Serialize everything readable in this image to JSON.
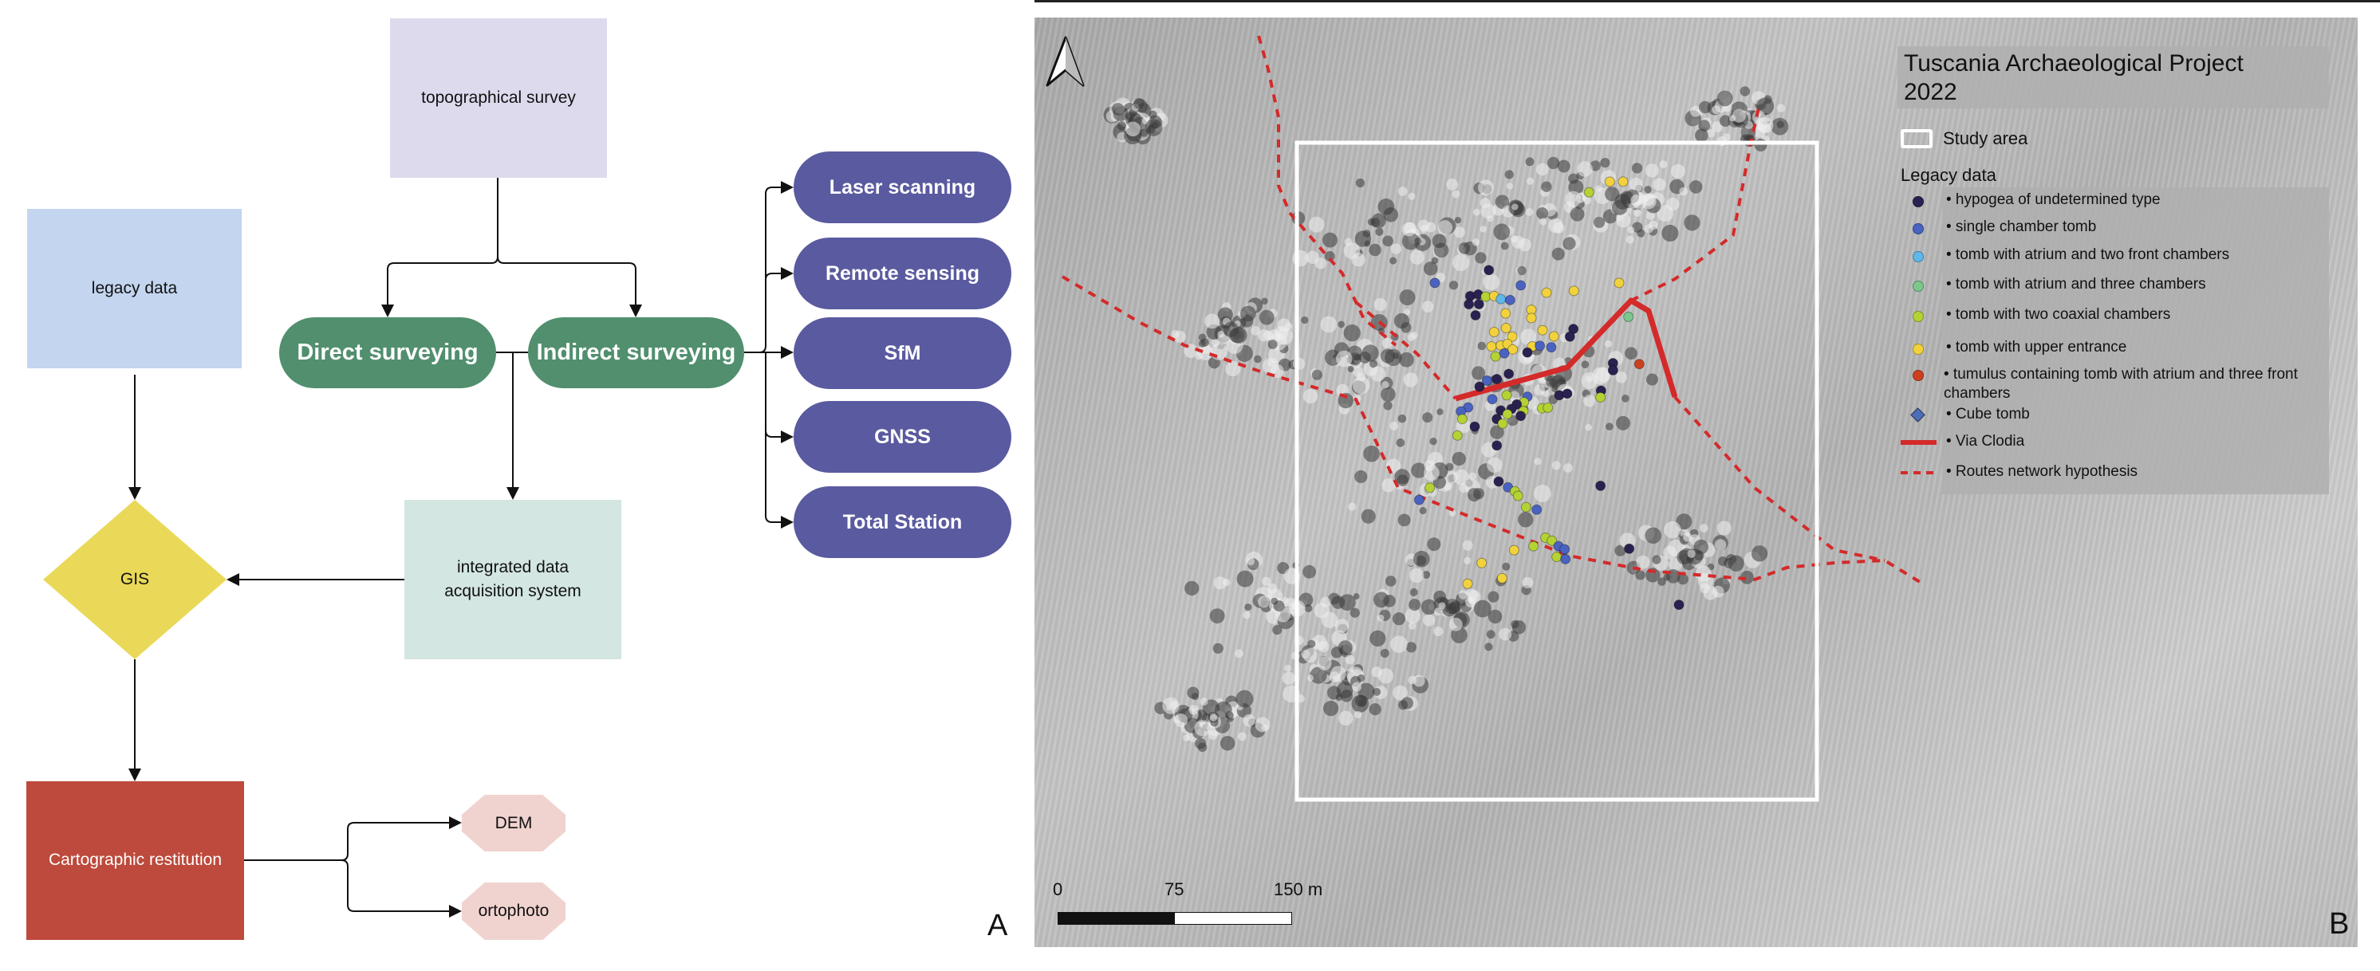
{
  "flowchart": {
    "topographical_survey": "topographical survey",
    "legacy_data": "legacy data",
    "direct_surveying": "Direct surveying",
    "indirect_surveying": "Indirect surveying",
    "methods": [
      "Laser scanning",
      "Remote sensing",
      "SfM",
      "GNSS",
      "Total Station"
    ],
    "integrated_system": "integrated data acquisition system",
    "gis": "GIS",
    "cartographic_restitution": "Cartographic restitution",
    "outputs": [
      "DEM",
      "ortophoto"
    ],
    "colors": {
      "topo": "#dedaed",
      "legacy": "#c3d5ef",
      "green": "#518f6e",
      "purple": "#5a5aa0",
      "integrated": "#d3e6e1",
      "gis": "#ead958",
      "carto": "#bd4a3c",
      "output": "#f0d3cf"
    }
  },
  "map": {
    "title_line1": "Tuscania Archaeological Project",
    "title_line2": "2022",
    "study_area": "Study area",
    "legacy_heading": "Legacy data",
    "legend_items": [
      {
        "label": "• hypogea of undetermined type",
        "color": "#2b2150",
        "shape": "circle"
      },
      {
        "label": "• single chamber tomb",
        "color": "#4a63c0",
        "shape": "circle"
      },
      {
        "label": "• tomb with atrium and two front chambers",
        "color": "#5fb8ea",
        "shape": "circle"
      },
      {
        "label": "• tomb with atrium and three chambers",
        "color": "#7cc88c",
        "shape": "circle"
      },
      {
        "label": "• tomb with two coaxial chambers",
        "color": "#b4d234",
        "shape": "circle"
      },
      {
        "label": "• tomb with upper entrance",
        "color": "#f2d23c",
        "shape": "circle"
      },
      {
        "label": "• tumulus containing tomb with atrium and three front chambers",
        "color": "#cc4020",
        "shape": "circle"
      },
      {
        "label": "• Cube tomb",
        "color": "#4a6fb8",
        "shape": "diamond"
      },
      {
        "label": "• Via Clodia",
        "color": "#d42a2a",
        "shape": "line"
      },
      {
        "label": "• Routes network hypothesis",
        "color": "#d42a2a",
        "shape": "dashed-line"
      }
    ],
    "scale_bar": {
      "labels": [
        "0",
        "75",
        "150 m"
      ]
    }
  },
  "panel_labels": {
    "a": "A",
    "b": "B"
  }
}
